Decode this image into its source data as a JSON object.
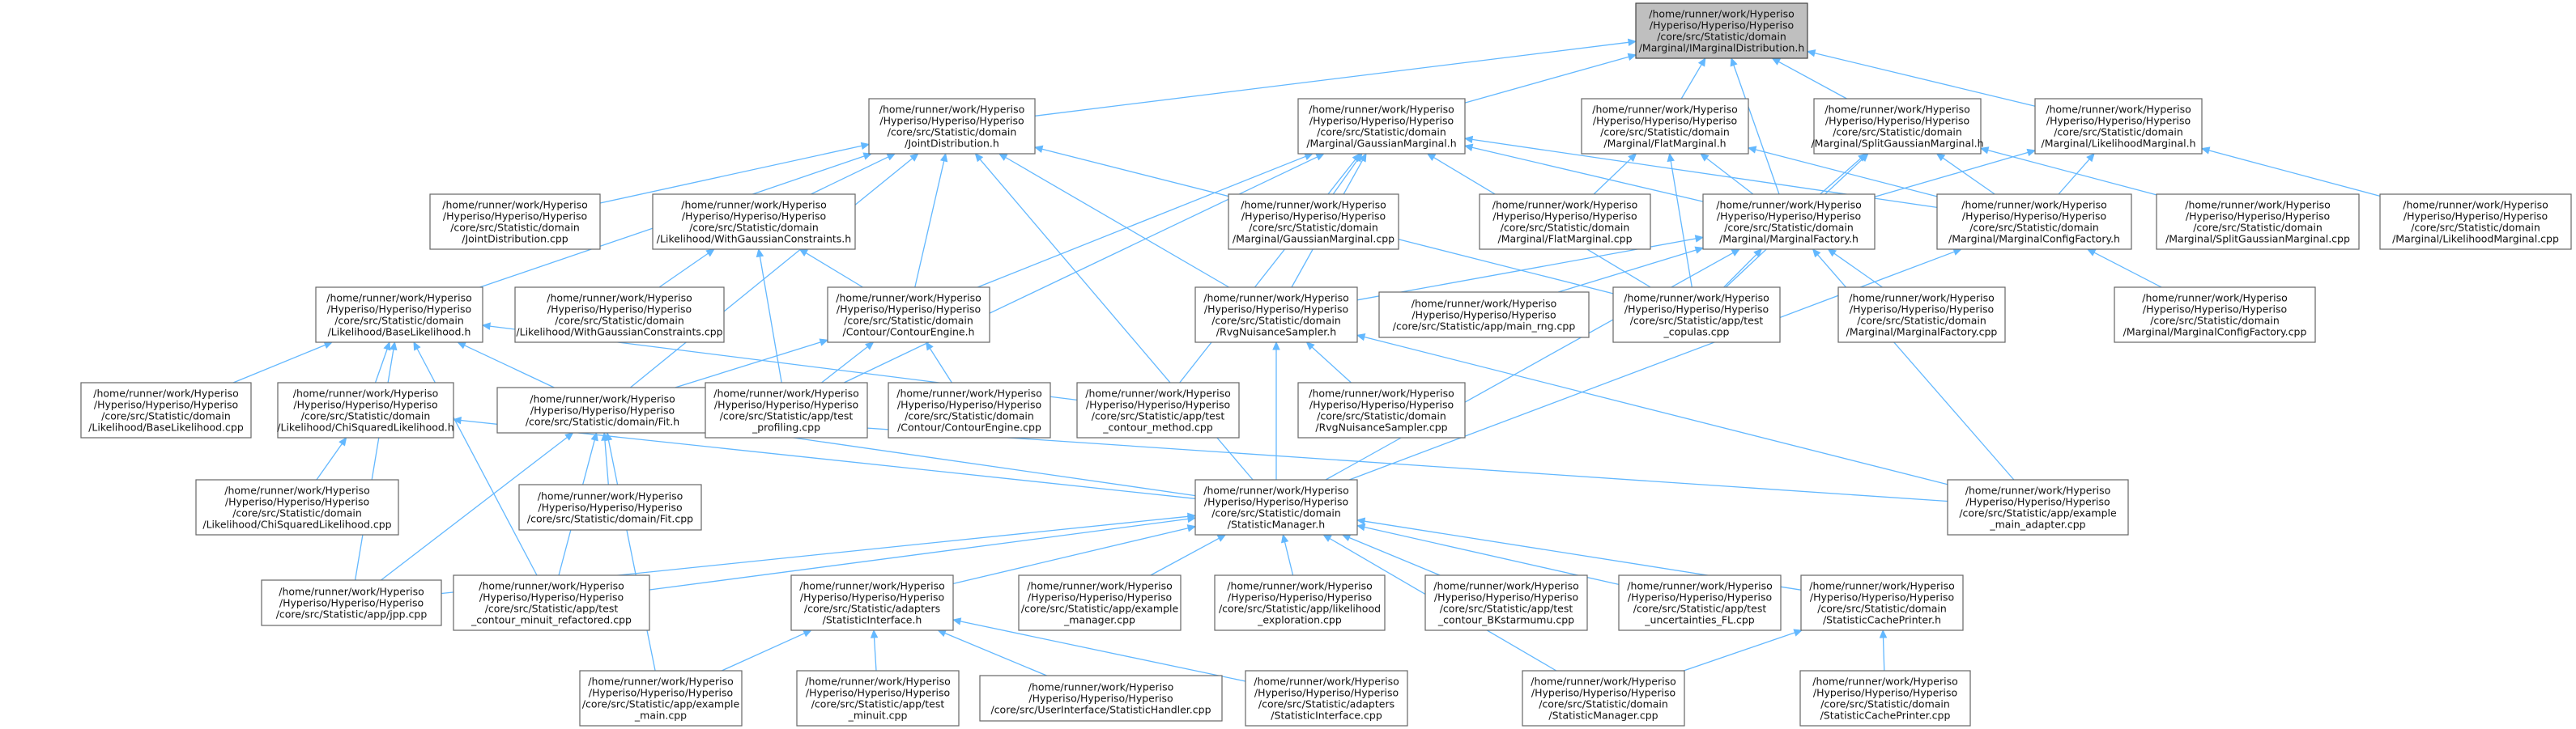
{
  "root": "n0",
  "nodes": [
    {
      "id": "n0",
      "lines": [
        "/home/runner/work/Hyperiso",
        "/Hyperiso/Hyperiso/Hyperiso",
        "/core/src/Statistic/domain",
        "/Marginal/IMarginalDistribution.h"
      ],
      "root": true
    },
    {
      "id": "n1",
      "lines": [
        "/home/runner/work/Hyperiso",
        "/Hyperiso/Hyperiso/Hyperiso",
        "/core/src/Statistic/domain",
        "/JointDistribution.h"
      ]
    },
    {
      "id": "n2",
      "lines": [
        "/home/runner/work/Hyperiso",
        "/Hyperiso/Hyperiso/Hyperiso",
        "/core/src/Statistic/domain",
        "/Marginal/GaussianMarginal.h"
      ]
    },
    {
      "id": "n3",
      "lines": [
        "/home/runner/work/Hyperiso",
        "/Hyperiso/Hyperiso/Hyperiso",
        "/core/src/Statistic/domain",
        "/Marginal/FlatMarginal.h"
      ]
    },
    {
      "id": "n4",
      "lines": [
        "/home/runner/work/Hyperiso",
        "/Hyperiso/Hyperiso/Hyperiso",
        "/core/src/Statistic/domain",
        "/Marginal/SplitGaussianMarginal.h"
      ]
    },
    {
      "id": "n5",
      "lines": [
        "/home/runner/work/Hyperiso",
        "/Hyperiso/Hyperiso/Hyperiso",
        "/core/src/Statistic/domain",
        "/Marginal/LikelihoodMarginal.h"
      ]
    },
    {
      "id": "n6",
      "lines": [
        "/home/runner/work/Hyperiso",
        "/Hyperiso/Hyperiso/Hyperiso",
        "/core/src/Statistic/domain",
        "/JointDistribution.cpp"
      ]
    },
    {
      "id": "n7",
      "lines": [
        "/home/runner/work/Hyperiso",
        "/Hyperiso/Hyperiso/Hyperiso",
        "/core/src/Statistic/domain",
        "/Likelihood/WithGaussianConstraints.h"
      ]
    },
    {
      "id": "n8",
      "lines": [
        "/home/runner/work/Hyperiso",
        "/Hyperiso/Hyperiso/Hyperiso",
        "/core/src/Statistic/domain",
        "/Marginal/GaussianMarginal.cpp"
      ]
    },
    {
      "id": "n9",
      "lines": [
        "/home/runner/work/Hyperiso",
        "/Hyperiso/Hyperiso/Hyperiso",
        "/core/src/Statistic/domain",
        "/Marginal/FlatMarginal.cpp"
      ]
    },
    {
      "id": "n10",
      "lines": [
        "/home/runner/work/Hyperiso",
        "/Hyperiso/Hyperiso/Hyperiso",
        "/core/src/Statistic/domain",
        "/Marginal/MarginalFactory.h"
      ]
    },
    {
      "id": "n11",
      "lines": [
        "/home/runner/work/Hyperiso",
        "/Hyperiso/Hyperiso/Hyperiso",
        "/core/src/Statistic/domain",
        "/Marginal/MarginalConfigFactory.h"
      ]
    },
    {
      "id": "n12",
      "lines": [
        "/home/runner/work/Hyperiso",
        "/Hyperiso/Hyperiso/Hyperiso",
        "/core/src/Statistic/domain",
        "/Marginal/SplitGaussianMarginal.cpp"
      ]
    },
    {
      "id": "n13",
      "lines": [
        "/home/runner/work/Hyperiso",
        "/Hyperiso/Hyperiso/Hyperiso",
        "/core/src/Statistic/domain",
        "/Marginal/LikelihoodMarginal.cpp"
      ]
    },
    {
      "id": "n14",
      "lines": [
        "/home/runner/work/Hyperiso",
        "/Hyperiso/Hyperiso/Hyperiso",
        "/core/src/Statistic/domain",
        "/Likelihood/BaseLikelihood.h"
      ]
    },
    {
      "id": "n15",
      "lines": [
        "/home/runner/work/Hyperiso",
        "/Hyperiso/Hyperiso/Hyperiso",
        "/core/src/Statistic/domain",
        "/Likelihood/WithGaussianConstraints.cpp"
      ]
    },
    {
      "id": "n16",
      "lines": [
        "/home/runner/work/Hyperiso",
        "/Hyperiso/Hyperiso/Hyperiso",
        "/core/src/Statistic/domain",
        "/Contour/ContourEngine.h"
      ]
    },
    {
      "id": "n17",
      "lines": [
        "/home/runner/work/Hyperiso",
        "/Hyperiso/Hyperiso/Hyperiso",
        "/core/src/Statistic/domain",
        "/RvgNuisanceSampler.h"
      ]
    },
    {
      "id": "n18",
      "lines": [
        "/home/runner/work/Hyperiso",
        "/Hyperiso/Hyperiso/Hyperiso",
        "/core/src/Statistic/app/main_rng.cpp"
      ]
    },
    {
      "id": "n19",
      "lines": [
        "/home/runner/work/Hyperiso",
        "/Hyperiso/Hyperiso/Hyperiso",
        "/core/src/Statistic/app/test",
        "_copulas.cpp"
      ]
    },
    {
      "id": "n20",
      "lines": [
        "/home/runner/work/Hyperiso",
        "/Hyperiso/Hyperiso/Hyperiso",
        "/core/src/Statistic/domain",
        "/Marginal/MarginalFactory.cpp"
      ]
    },
    {
      "id": "n21",
      "lines": [
        "/home/runner/work/Hyperiso",
        "/Hyperiso/Hyperiso/Hyperiso",
        "/core/src/Statistic/domain",
        "/Marginal/MarginalConfigFactory.cpp"
      ]
    },
    {
      "id": "n22",
      "lines": [
        "/home/runner/work/Hyperiso",
        "/Hyperiso/Hyperiso/Hyperiso",
        "/core/src/Statistic/domain",
        "/Likelihood/BaseLikelihood.cpp"
      ]
    },
    {
      "id": "n23",
      "lines": [
        "/home/runner/work/Hyperiso",
        "/Hyperiso/Hyperiso/Hyperiso",
        "/core/src/Statistic/domain",
        "/Likelihood/ChiSquaredLikelihood.h"
      ]
    },
    {
      "id": "n24",
      "lines": [
        "/home/runner/work/Hyperiso",
        "/Hyperiso/Hyperiso/Hyperiso",
        "/core/src/Statistic/domain/Fit.h"
      ]
    },
    {
      "id": "n25",
      "lines": [
        "/home/runner/work/Hyperiso",
        "/Hyperiso/Hyperiso/Hyperiso",
        "/core/src/Statistic/app/test",
        "_profiling.cpp"
      ]
    },
    {
      "id": "n26",
      "lines": [
        "/home/runner/work/Hyperiso",
        "/Hyperiso/Hyperiso/Hyperiso",
        "/core/src/Statistic/domain",
        "/Contour/ContourEngine.cpp"
      ]
    },
    {
      "id": "n27",
      "lines": [
        "/home/runner/work/Hyperiso",
        "/Hyperiso/Hyperiso/Hyperiso",
        "/core/src/Statistic/app/test",
        "_contour_method.cpp"
      ]
    },
    {
      "id": "n28",
      "lines": [
        "/home/runner/work/Hyperiso",
        "/Hyperiso/Hyperiso/Hyperiso",
        "/core/src/Statistic/domain",
        "/RvgNuisanceSampler.cpp"
      ]
    },
    {
      "id": "n29",
      "lines": [
        "/home/runner/work/Hyperiso",
        "/Hyperiso/Hyperiso/Hyperiso",
        "/core/src/Statistic/domain",
        "/Likelihood/ChiSquaredLikelihood.cpp"
      ]
    },
    {
      "id": "n30",
      "lines": [
        "/home/runner/work/Hyperiso",
        "/Hyperiso/Hyperiso/Hyperiso",
        "/core/src/Statistic/domain/Fit.cpp"
      ]
    },
    {
      "id": "n31",
      "lines": [
        "/home/runner/work/Hyperiso",
        "/Hyperiso/Hyperiso/Hyperiso",
        "/core/src/Statistic/domain",
        "/StatisticManager.h"
      ]
    },
    {
      "id": "n32",
      "lines": [
        "/home/runner/work/Hyperiso",
        "/Hyperiso/Hyperiso/Hyperiso",
        "/core/src/Statistic/app/example",
        "_main_adapter.cpp"
      ]
    },
    {
      "id": "n33",
      "lines": [
        "/home/runner/work/Hyperiso",
        "/Hyperiso/Hyperiso/Hyperiso",
        "/core/src/Statistic/app/jpp.cpp"
      ]
    },
    {
      "id": "n34",
      "lines": [
        "/home/runner/work/Hyperiso",
        "/Hyperiso/Hyperiso/Hyperiso",
        "/core/src/Statistic/app/test",
        "_contour_minuit_refactored.cpp"
      ]
    },
    {
      "id": "n35",
      "lines": [
        "/home/runner/work/Hyperiso",
        "/Hyperiso/Hyperiso/Hyperiso",
        "/core/src/Statistic/adapters",
        "/StatisticInterface.h"
      ]
    },
    {
      "id": "n36",
      "lines": [
        "/home/runner/work/Hyperiso",
        "/Hyperiso/Hyperiso/Hyperiso",
        "/core/src/Statistic/app/example",
        "_manager.cpp"
      ]
    },
    {
      "id": "n37",
      "lines": [
        "/home/runner/work/Hyperiso",
        "/Hyperiso/Hyperiso/Hyperiso",
        "/core/src/Statistic/app/likelihood",
        "_exploration.cpp"
      ]
    },
    {
      "id": "n38",
      "lines": [
        "/home/runner/work/Hyperiso",
        "/Hyperiso/Hyperiso/Hyperiso",
        "/core/src/Statistic/app/test",
        "_contour_BKstarmumu.cpp"
      ]
    },
    {
      "id": "n39",
      "lines": [
        "/home/runner/work/Hyperiso",
        "/Hyperiso/Hyperiso/Hyperiso",
        "/core/src/Statistic/app/test",
        "_uncertainties_FL.cpp"
      ]
    },
    {
      "id": "n40",
      "lines": [
        "/home/runner/work/Hyperiso",
        "/Hyperiso/Hyperiso/Hyperiso",
        "/core/src/Statistic/domain",
        "/StatisticCachePrinter.h"
      ]
    },
    {
      "id": "n41",
      "lines": [
        "/home/runner/work/Hyperiso",
        "/Hyperiso/Hyperiso/Hyperiso",
        "/core/src/Statistic/app/example",
        "_main.cpp"
      ]
    },
    {
      "id": "n42",
      "lines": [
        "/home/runner/work/Hyperiso",
        "/Hyperiso/Hyperiso/Hyperiso",
        "/core/src/Statistic/app/test",
        "_minuit.cpp"
      ]
    },
    {
      "id": "n43",
      "lines": [
        "/home/runner/work/Hyperiso",
        "/Hyperiso/Hyperiso/Hyperiso",
        "/core/src/UserInterface/StatisticHandler.cpp"
      ]
    },
    {
      "id": "n44",
      "lines": [
        "/home/runner/work/Hyperiso",
        "/Hyperiso/Hyperiso/Hyperiso",
        "/core/src/Statistic/adapters",
        "/StatisticInterface.cpp"
      ]
    },
    {
      "id": "n45",
      "lines": [
        "/home/runner/work/Hyperiso",
        "/Hyperiso/Hyperiso/Hyperiso",
        "/core/src/Statistic/domain",
        "/StatisticManager.cpp"
      ]
    },
    {
      "id": "n46",
      "lines": [
        "/home/runner/work/Hyperiso",
        "/Hyperiso/Hyperiso/Hyperiso",
        "/core/src/Statistic/domain",
        "/StatisticCachePrinter.cpp"
      ]
    }
  ],
  "edges": [
    [
      "n1",
      "n0"
    ],
    [
      "n2",
      "n0"
    ],
    [
      "n3",
      "n0"
    ],
    [
      "n4",
      "n0"
    ],
    [
      "n5",
      "n0"
    ],
    [
      "n10",
      "n0"
    ],
    [
      "n6",
      "n1"
    ],
    [
      "n7",
      "n1"
    ],
    [
      "n14",
      "n1"
    ],
    [
      "n16",
      "n1"
    ],
    [
      "n17",
      "n1"
    ],
    [
      "n19",
      "n1"
    ],
    [
      "n24",
      "n1"
    ],
    [
      "n31",
      "n1"
    ],
    [
      "n8",
      "n2"
    ],
    [
      "n10",
      "n2"
    ],
    [
      "n11",
      "n2"
    ],
    [
      "n16",
      "n2"
    ],
    [
      "n17",
      "n2"
    ],
    [
      "n19",
      "n2"
    ],
    [
      "n25",
      "n2"
    ],
    [
      "n27",
      "n2"
    ],
    [
      "n9",
      "n3"
    ],
    [
      "n10",
      "n3"
    ],
    [
      "n11",
      "n3"
    ],
    [
      "n19",
      "n3"
    ],
    [
      "n10",
      "n4"
    ],
    [
      "n11",
      "n4"
    ],
    [
      "n12",
      "n4"
    ],
    [
      "n19",
      "n4"
    ],
    [
      "n10",
      "n5"
    ],
    [
      "n11",
      "n5"
    ],
    [
      "n13",
      "n5"
    ],
    [
      "n15",
      "n7"
    ],
    [
      "n16",
      "n7"
    ],
    [
      "n25",
      "n7"
    ],
    [
      "n17",
      "n10"
    ],
    [
      "n18",
      "n10"
    ],
    [
      "n19",
      "n10"
    ],
    [
      "n20",
      "n10"
    ],
    [
      "n31",
      "n10"
    ],
    [
      "n32",
      "n10"
    ],
    [
      "n21",
      "n11"
    ],
    [
      "n31",
      "n11"
    ],
    [
      "n22",
      "n14"
    ],
    [
      "n23",
      "n14"
    ],
    [
      "n24",
      "n14"
    ],
    [
      "n27",
      "n14"
    ],
    [
      "n33",
      "n14"
    ],
    [
      "n34",
      "n14"
    ],
    [
      "n24",
      "n16"
    ],
    [
      "n25",
      "n16"
    ],
    [
      "n26",
      "n16"
    ],
    [
      "n28",
      "n17"
    ],
    [
      "n31",
      "n17"
    ],
    [
      "n32",
      "n17"
    ],
    [
      "n29",
      "n23"
    ],
    [
      "n31",
      "n23"
    ],
    [
      "n30",
      "n24"
    ],
    [
      "n31",
      "n24"
    ],
    [
      "n32",
      "n24"
    ],
    [
      "n33",
      "n24"
    ],
    [
      "n34",
      "n24"
    ],
    [
      "n41",
      "n24"
    ],
    [
      "n33",
      "n31"
    ],
    [
      "n34",
      "n31"
    ],
    [
      "n35",
      "n31"
    ],
    [
      "n36",
      "n31"
    ],
    [
      "n37",
      "n31"
    ],
    [
      "n38",
      "n31"
    ],
    [
      "n39",
      "n31"
    ],
    [
      "n40",
      "n31"
    ],
    [
      "n45",
      "n31"
    ],
    [
      "n41",
      "n35"
    ],
    [
      "n42",
      "n35"
    ],
    [
      "n43",
      "n35"
    ],
    [
      "n44",
      "n35"
    ],
    [
      "n45",
      "n40"
    ],
    [
      "n46",
      "n40"
    ]
  ]
}
